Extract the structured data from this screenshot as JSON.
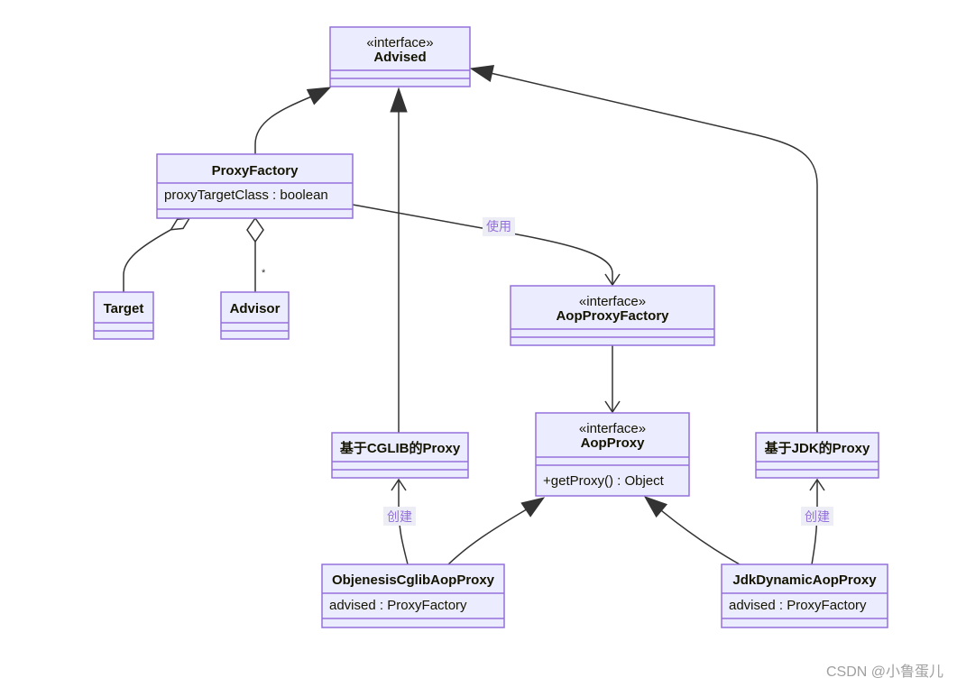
{
  "classes": {
    "advised": {
      "stereotype": "«interface»",
      "name": "Advised"
    },
    "proxy_factory": {
      "name": "ProxyFactory",
      "attributes": [
        "proxyTargetClass : boolean"
      ]
    },
    "target": {
      "name": "Target"
    },
    "advisor": {
      "name": "Advisor"
    },
    "aop_proxy_factory": {
      "stereotype": "«interface»",
      "name": "AopProxyFactory"
    },
    "cglib_proxy": {
      "name": "基于CGLIB的Proxy"
    },
    "aop_proxy": {
      "stereotype": "«interface»",
      "name": "AopProxy",
      "methods": [
        "+getProxy() : Object"
      ]
    },
    "jdk_proxy": {
      "name": "基于JDK的Proxy"
    },
    "objenesis_cglib_aop_proxy": {
      "name": "ObjenesisCglibAopProxy",
      "attributes": [
        "advised : ProxyFactory"
      ]
    },
    "jdk_dynamic_aop_proxy": {
      "name": "JdkDynamicAopProxy",
      "attributes": [
        "advised : ProxyFactory"
      ]
    }
  },
  "relation_labels": {
    "proxy_factory_to_aop_proxy_factory": "使用",
    "proxy_factory_to_advisor_multiplicity": "*",
    "objenesis_cglib_aop_proxy_to_cglib_proxy": "创建",
    "jdk_dynamic_aop_proxy_to_jdk_proxy": "创建"
  },
  "watermark": "CSDN @小鲁蛋儿",
  "colors": {
    "class_fill": "#ECECFF",
    "class_border": "#9370DB",
    "relation_line": "#333333",
    "relation_label_text": "#9370DB",
    "relation_label_background": "#EDEDF5",
    "watermark_text": "#A0A0A0"
  }
}
